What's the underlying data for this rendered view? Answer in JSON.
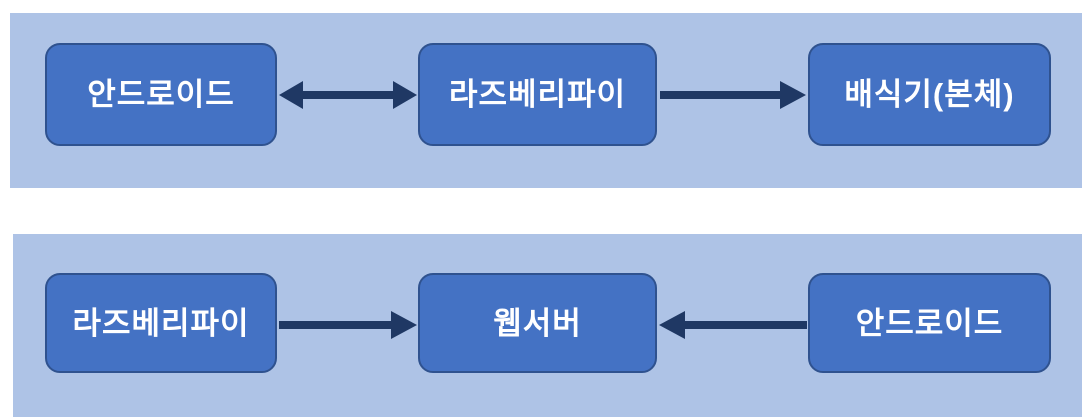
{
  "diagram": {
    "description": "Two-row system architecture diagram with Korean labels",
    "colors": {
      "page_background": "#ffffff",
      "band_background": "#aec3e6",
      "node_fill": "#4472c4",
      "node_border": "#2f528f",
      "node_text": "#ffffff",
      "arrow": "#1f3864"
    },
    "bands": [
      {
        "name": "top-band",
        "nodes": [
          {
            "label": "안드로이드"
          },
          {
            "label": "라즈베리파이"
          },
          {
            "label": "배식기(본체)"
          }
        ],
        "arrows": [
          {
            "between": [
              "안드로이드",
              "라즈베리파이"
            ],
            "direction": "bidirectional"
          },
          {
            "between": [
              "라즈베리파이",
              "배식기(본체)"
            ],
            "direction": "right"
          }
        ]
      },
      {
        "name": "bottom-band",
        "nodes": [
          {
            "label": "라즈베리파이"
          },
          {
            "label": "웹서버"
          },
          {
            "label": "안드로이드"
          }
        ],
        "arrows": [
          {
            "between": [
              "라즈베리파이",
              "웹서버"
            ],
            "direction": "right"
          },
          {
            "between": [
              "안드로이드",
              "웹서버"
            ],
            "direction": "left"
          }
        ]
      }
    ]
  }
}
